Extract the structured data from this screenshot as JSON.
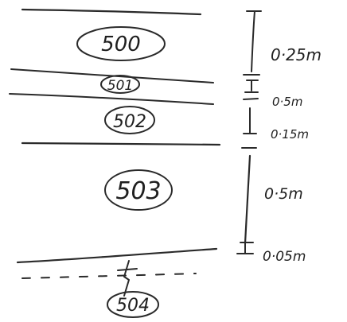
{
  "layers": [
    {
      "label": "500"
    },
    {
      "label": "501"
    },
    {
      "label": "502"
    },
    {
      "label": "503"
    },
    {
      "label": "504"
    }
  ],
  "thicknesses": [
    {
      "label": "0·25m"
    },
    {
      "label": "0·5m"
    },
    {
      "label": "0·15m"
    },
    {
      "label": "0·5m"
    },
    {
      "label": "0·05m"
    }
  ],
  "colors": {
    "ink": "#2a2a2a",
    "paper": "#ffffff"
  }
}
